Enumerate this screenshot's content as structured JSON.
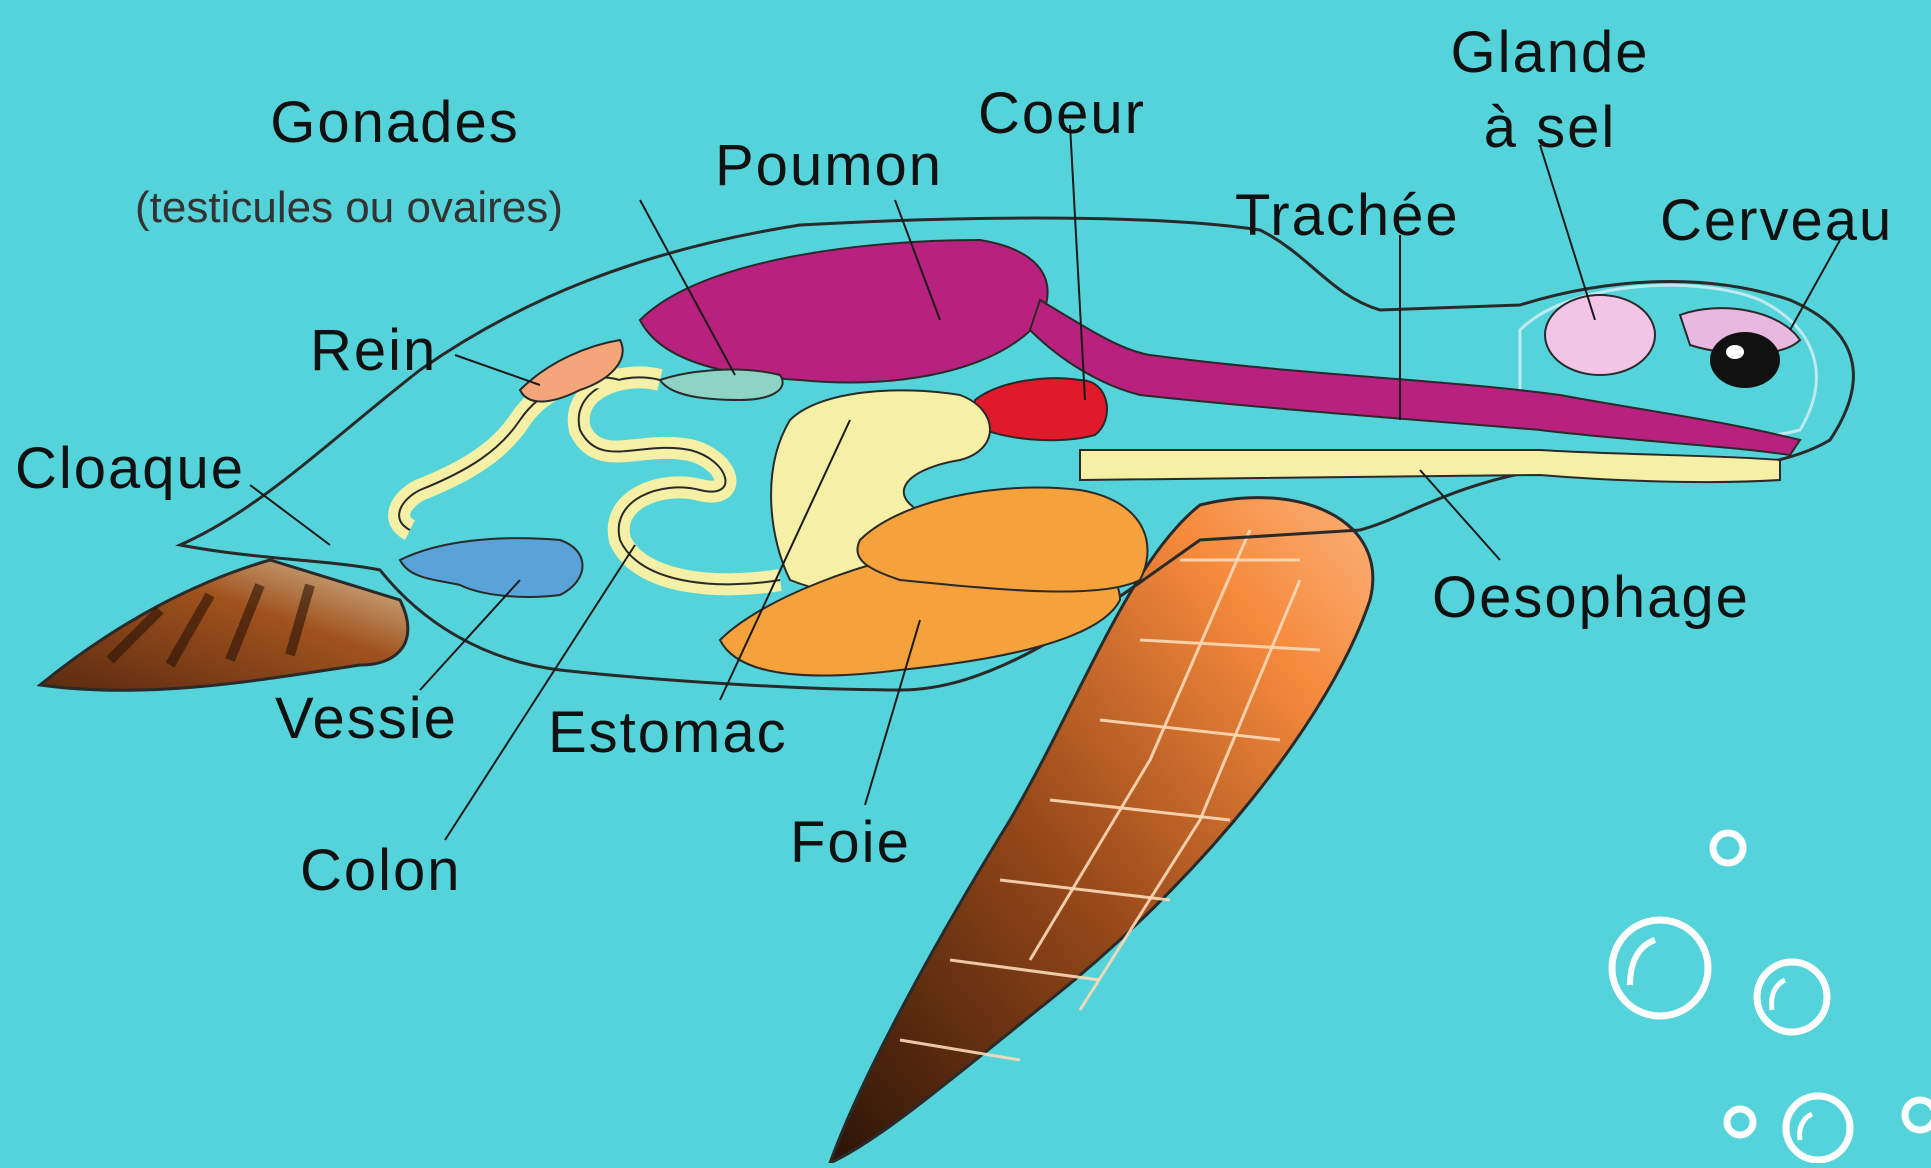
{
  "labels": {
    "gonades": "Gonades",
    "gonades_sub": "(testicules ou ovaires)",
    "poumon": "Poumon",
    "coeur": "Coeur",
    "glande_line1": "Glande",
    "glande_line2": "à sel",
    "trachee": "Trachée",
    "cerveau": "Cerveau",
    "rein": "Rein",
    "cloaque": "Cloaque",
    "vessie": "Vessie",
    "estomac": "Estomac",
    "colon": "Colon",
    "foie": "Foie",
    "oesophage": "Oesophage"
  },
  "colors": {
    "background": "#54d4da",
    "lung": "#b8217e",
    "heart": "#e01a2a",
    "digestive": "#f5f0a6",
    "liver": "#f5a23c",
    "kidney": "#f4a57a",
    "bladder": "#5aa3d8",
    "gonads": "#8fd3c4",
    "salt_gland": "#f2c4e6",
    "flipper_dark": "#3a1c0a",
    "flipper_light": "#f58a3c",
    "bubbles": "#ffffff"
  }
}
